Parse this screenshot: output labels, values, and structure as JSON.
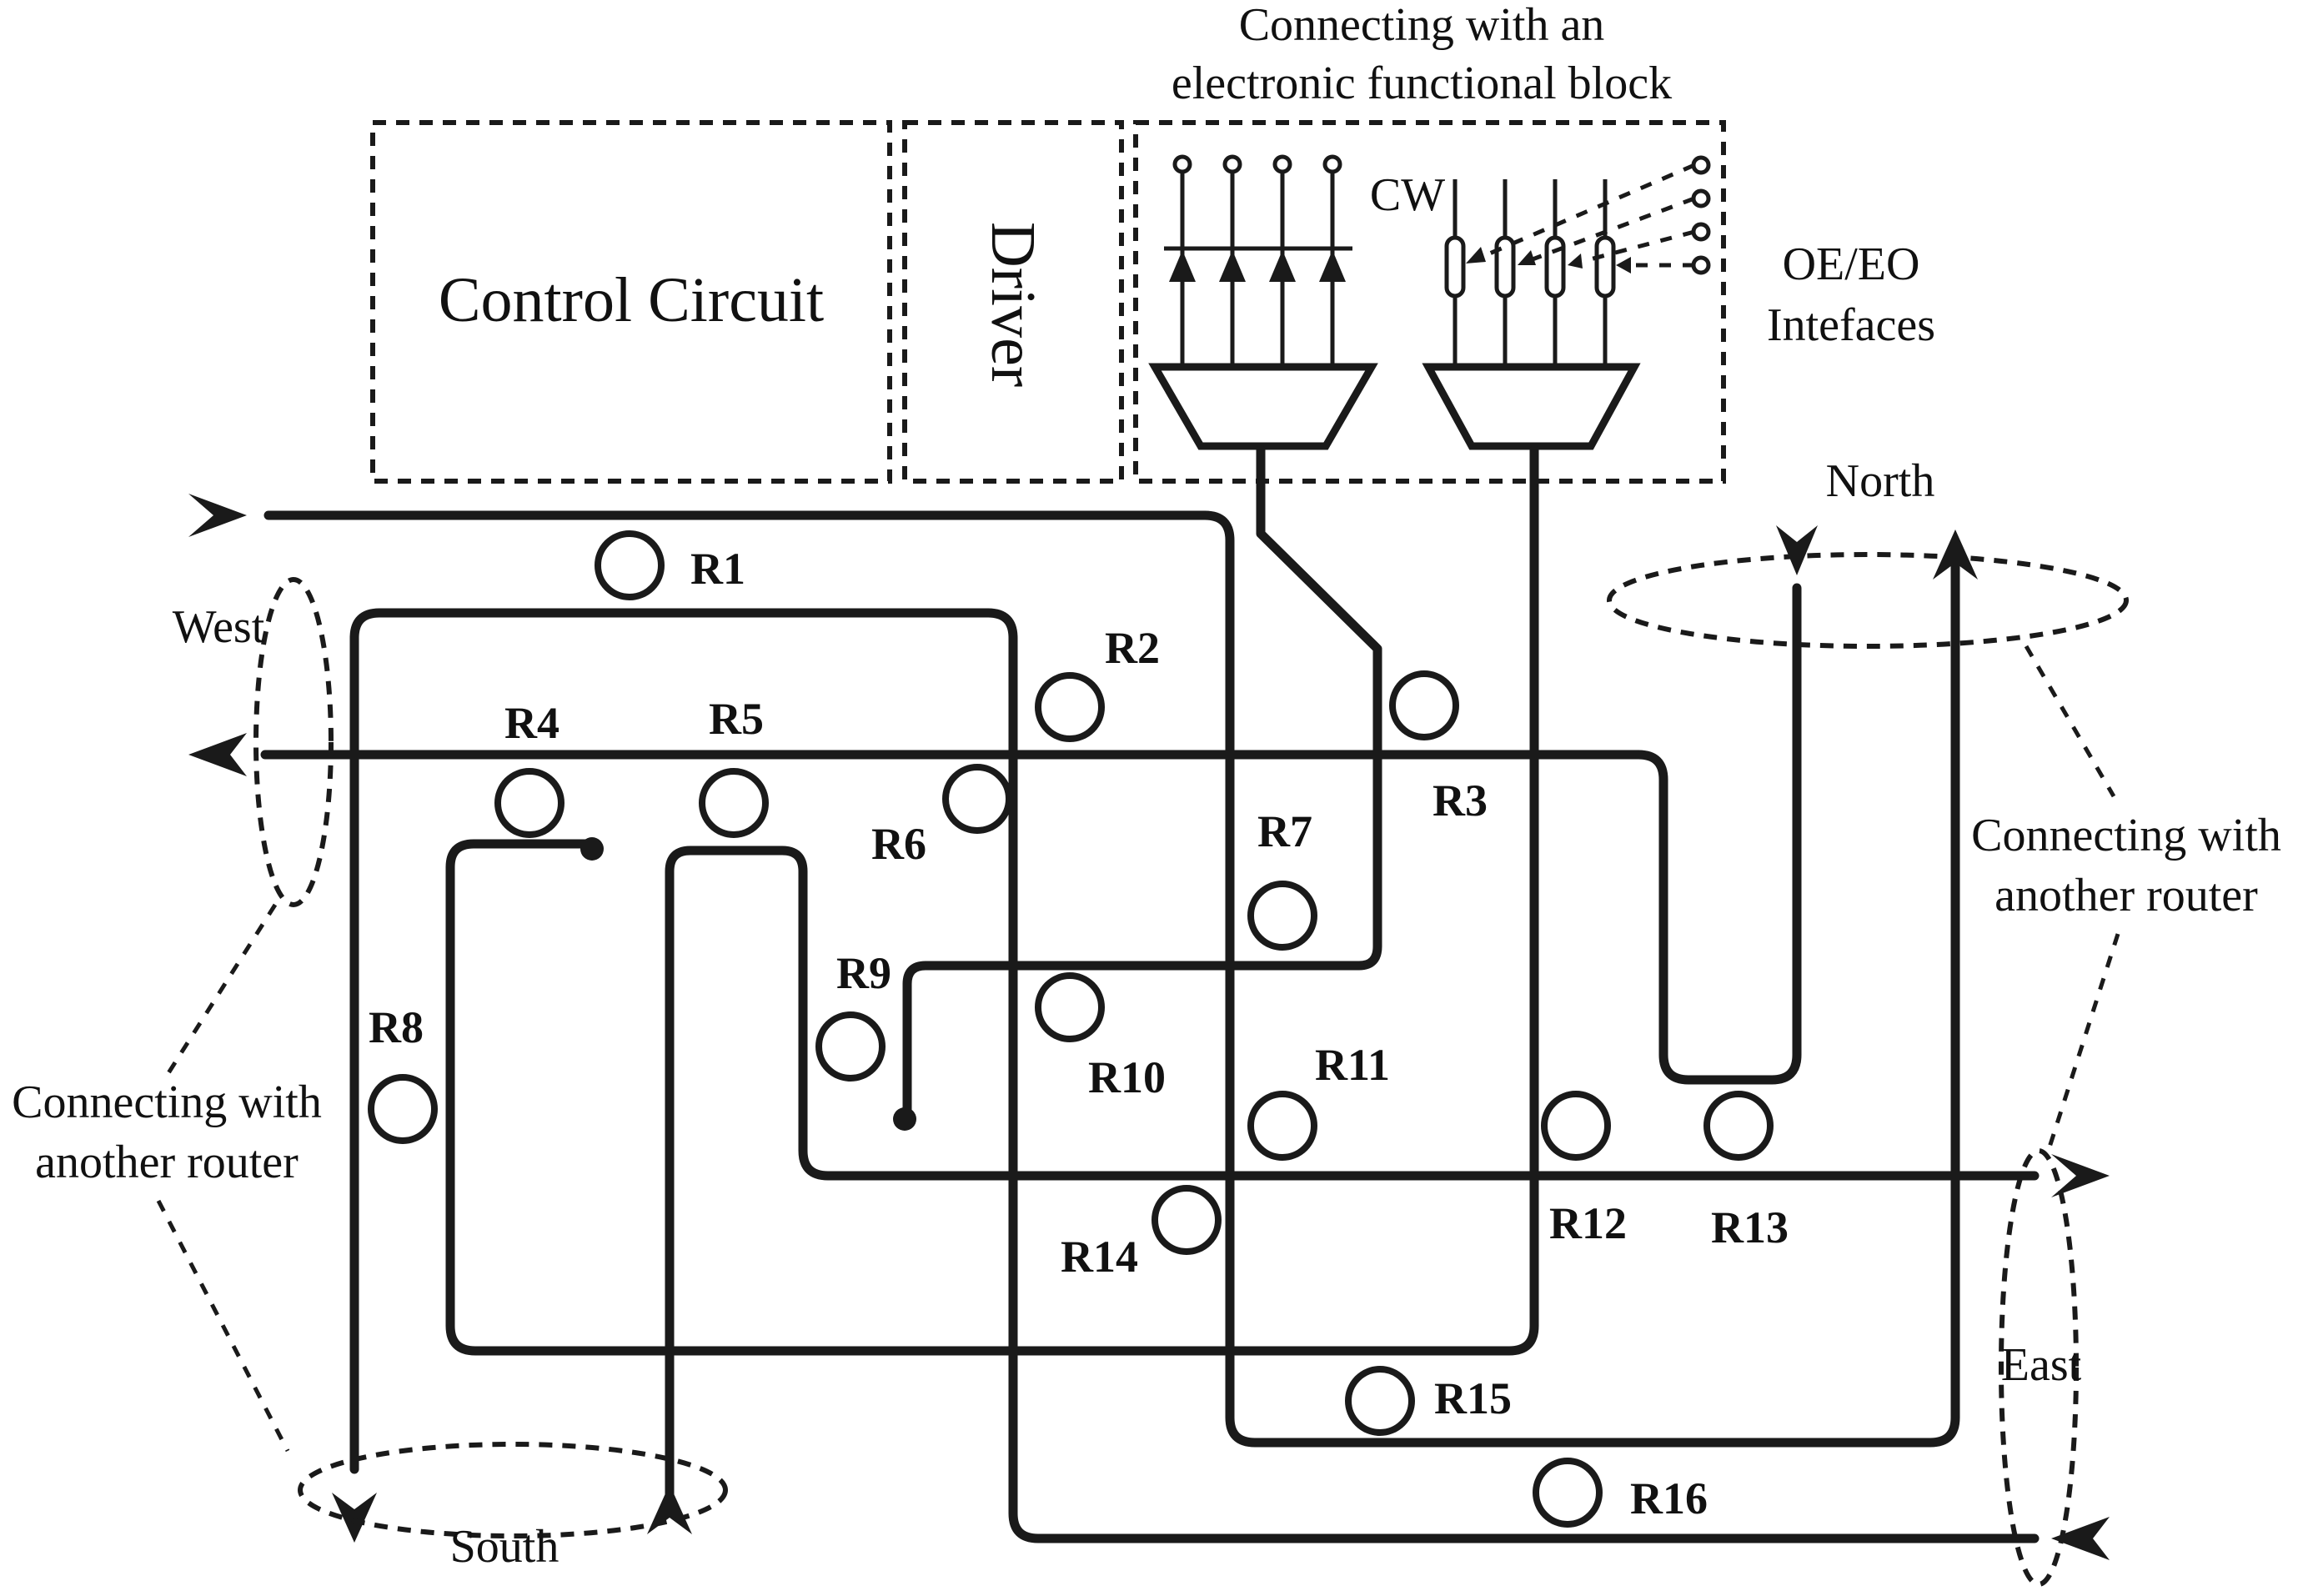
{
  "labels": {
    "top_caption_line1": "Connecting with an",
    "top_caption_line2": "electronic functional block",
    "control_circuit": "Control Circuit",
    "driver": "Driver",
    "cw": "CW",
    "oeeo_line1": "OE/EO",
    "oeeo_line2": "Intefaces",
    "north": "North",
    "south": "South",
    "east": "East",
    "west": "West",
    "connect_right_line1": "Connecting with",
    "connect_right_line2": "another router",
    "connect_left_line1": "Connecting with",
    "connect_left_line2": "another router"
  },
  "rings": [
    "R1",
    "R2",
    "R3",
    "R4",
    "R5",
    "R6",
    "R7",
    "R8",
    "R9",
    "R10",
    "R11",
    "R12",
    "R13",
    "R14",
    "R15",
    "R16"
  ]
}
